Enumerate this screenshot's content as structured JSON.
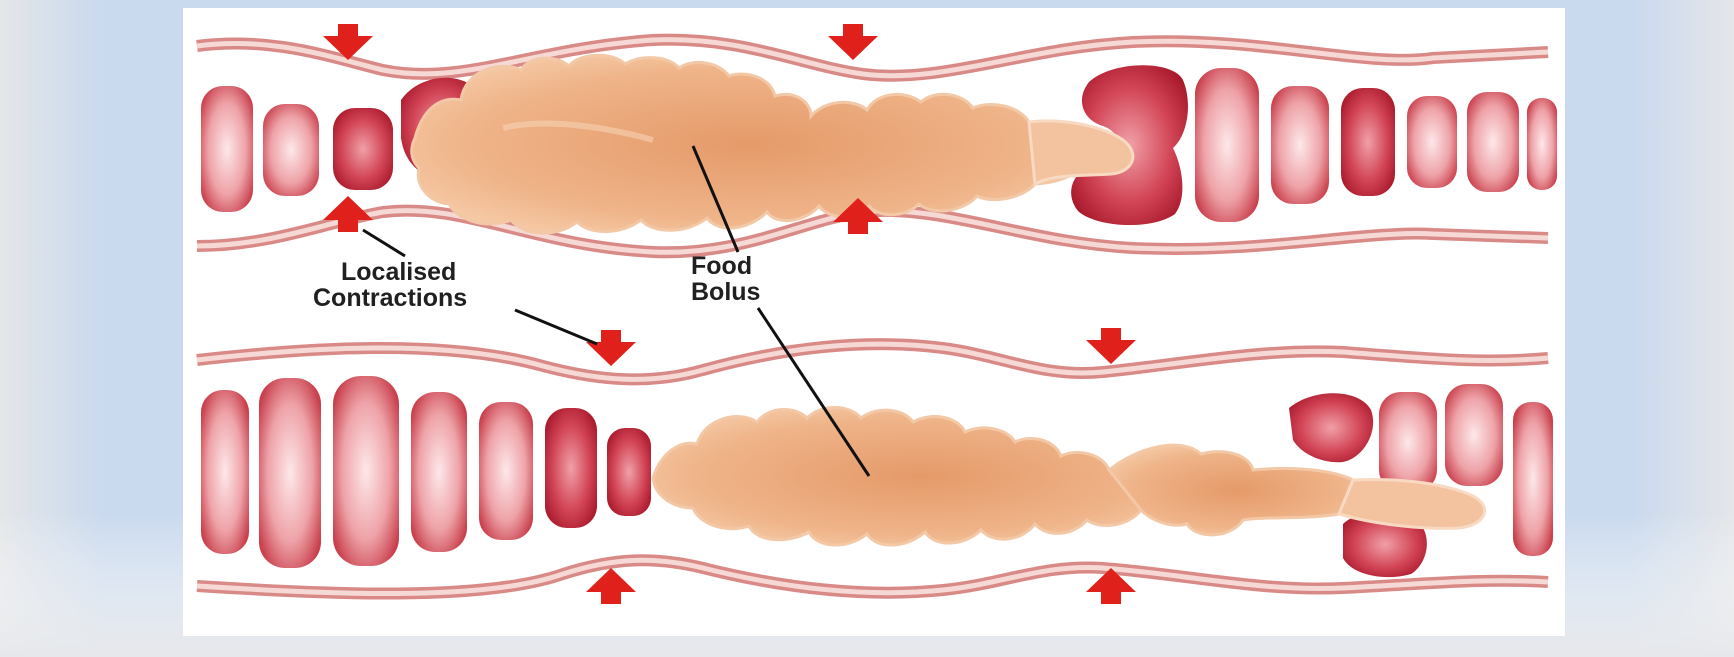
{
  "diagram": {
    "labels": {
      "contractions_line1": "Localised",
      "contractions_line2": "Contractions",
      "bolus_line1": "Food",
      "bolus_line2": "Bolus"
    },
    "colors": {
      "slide_outer": "#e4e6e9",
      "slide_blue": "#c9d9ee",
      "gut_wall": "#d98a86",
      "gut_wall_inner": "#f4d3cd",
      "muscle_fold": "#e8959b",
      "muscle_fold_dark": "#c2303f",
      "bolus": "#ecae80",
      "arrow": "#e0201b",
      "leader_line": "#111111"
    },
    "icons": {
      "arrow_down": "arrow-down-icon",
      "arrow_up": "arrow-up-icon"
    }
  }
}
